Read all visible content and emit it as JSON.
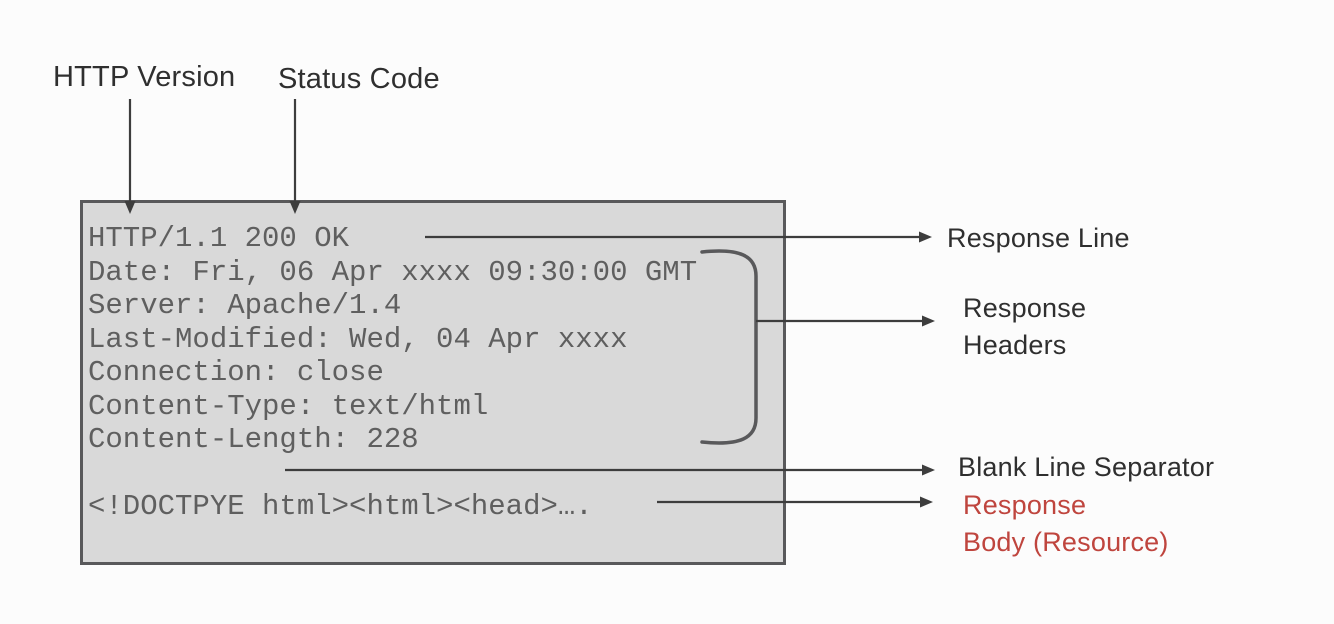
{
  "diagram": {
    "top_labels": {
      "http_version": "HTTP Version",
      "status_code": "Status Code"
    },
    "response_box": {
      "lines": [
        "HTTP/1.1 200 OK",
        "Date: Fri, 06 Apr xxxx 09:30:00 GMT",
        "Server: Apache/1.4",
        "Last-Modified: Wed, 04 Apr xxxx",
        "Connection: close",
        "Content-Type: text/html",
        "Content-Length: 228",
        "",
        "<!DOCTPYE html><html><head>…."
      ]
    },
    "annotations": {
      "response_line": "Response Line",
      "response_headers_line1": "Response",
      "response_headers_line2": "Headers",
      "blank_line_separator": "Blank Line Separator",
      "response_body_line1": "Response",
      "response_body_line2": "Body (Resource)"
    },
    "colors": {
      "box_fill": "#d9d9d9",
      "box_border": "#59595b",
      "mono_text": "#5f5f5f",
      "label_text": "#2f2f2f",
      "body_label_red": "#bf453e",
      "line_color": "#3d3d3d"
    }
  }
}
